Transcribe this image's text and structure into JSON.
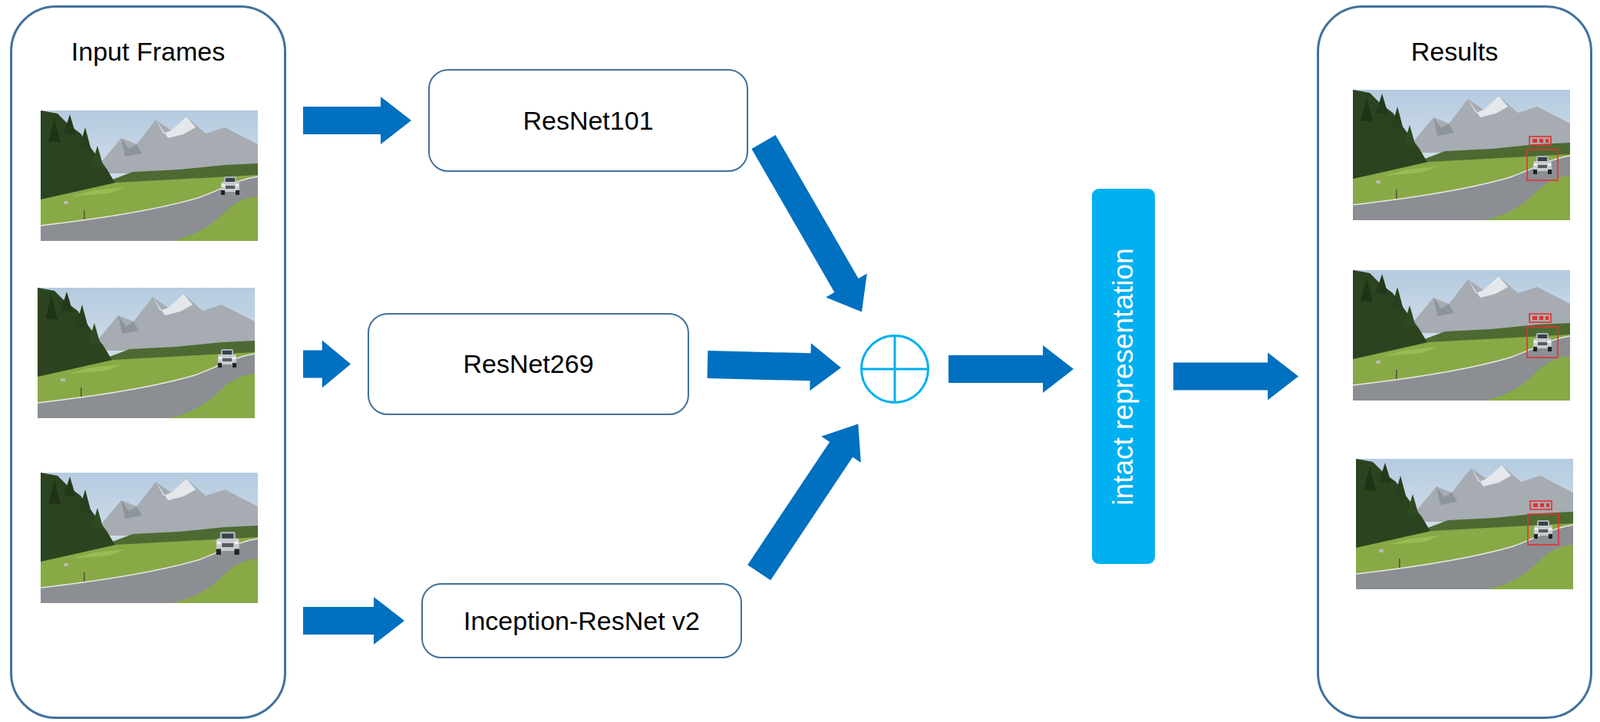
{
  "diagram": {
    "nodes": [
      {
        "text": [
          "Input Frames"
        ]
      },
      {
        "text": [
          "ResNet101"
        ]
      },
      {
        "text": [
          "ResNet269"
        ]
      },
      {
        "text": [
          "Inception-ResNet v2"
        ]
      },
      {
        "text": []
      },
      {
        "text": [
          "intact representation"
        ]
      },
      {
        "text": [
          "Results"
        ]
      }
    ],
    "edges": [
      {
        "from": 0,
        "to": 1,
        "arrow": "to"
      },
      {
        "from": 0,
        "to": 2,
        "arrow": "to"
      },
      {
        "from": 0,
        "to": 3,
        "arrow": "to"
      },
      {
        "from": 1,
        "to": 4,
        "arrow": "to"
      },
      {
        "from": 2,
        "to": 4,
        "arrow": "to"
      },
      {
        "from": 3,
        "to": 4,
        "arrow": "to"
      },
      {
        "from": 4,
        "to": 5,
        "arrow": "to"
      },
      {
        "from": 5,
        "to": 6,
        "arrow": "to"
      }
    ]
  }
}
